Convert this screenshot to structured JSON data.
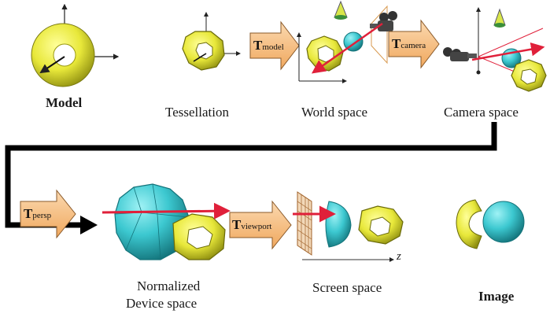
{
  "labels": {
    "model": "Model",
    "tessellation": "Tessellation",
    "world": "World space",
    "camera": "Camera space",
    "ndc_line1": "Normalized",
    "ndc_line2": "Device space",
    "screen": "Screen space",
    "image": "Image",
    "z_axis": "z"
  },
  "transforms": {
    "model": {
      "main": "T",
      "sub": "model"
    },
    "camera": {
      "main": "T",
      "sub": "camera"
    },
    "persp": {
      "main": "T",
      "sub": "persp"
    },
    "viewport": {
      "main": "T",
      "sub": "viewport"
    }
  },
  "colors": {
    "torus": "#e8e83a",
    "torus_dark": "#9a9a10",
    "sphere": "#3cc8d0",
    "sphere_dark": "#1a7f86",
    "arrow_fill": "#f6c48a",
    "arrow_stroke": "#8a5a2a",
    "ray": "#e0203a",
    "connector": "#000000"
  },
  "icons": [
    "axis-icon",
    "torus-icon",
    "sphere-icon",
    "camera-icon",
    "cone-icon",
    "ray-arrow-icon",
    "screen-grid-icon"
  ]
}
